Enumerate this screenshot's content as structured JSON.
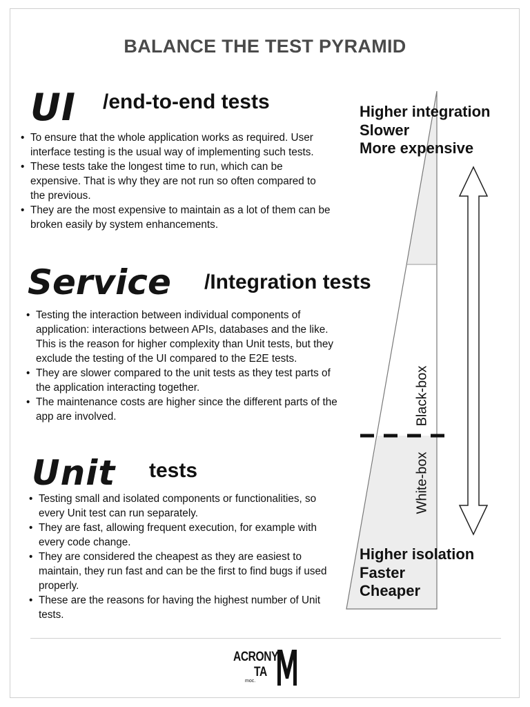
{
  "title": "BALANCE THE TEST PYRAMID",
  "sections": {
    "ui": {
      "heading": "UI",
      "subheading": "/end-to-end tests",
      "bullets": [
        "To ensure that the whole application works as required. User interface testing is the usual way of implementing such tests.",
        "These tests take the longest time to run, which can be expensive. That is why they are not run so often compared to the previous.",
        "They are the most expensive to maintain as a lot of them can be broken easily by system enhancements."
      ]
    },
    "service": {
      "heading": "Service",
      "subheading": "/Integration tests",
      "bullets": [
        "Testing the interaction between individual components of application: interactions between APIs, databases and the like. This is the reason for higher complexity than Unit tests, but they exclude the testing of the UI compared to the E2E tests.",
        "They are slower compared to the unit tests as they test parts of the application interacting together.",
        "The maintenance costs are higher since the different parts of the app are involved."
      ]
    },
    "unit": {
      "heading": "Unit",
      "subheading": "tests",
      "bullets": [
        "Testing small and isolated components or functionalities, so every Unit test can run separately.",
        "They are fast, allowing frequent execution, for example with every code change.",
        "They are considered the cheapest as they are easiest to maintain, they run fast and can be the first to find bugs if used properly.",
        "These are the reasons for having the highest number of Unit tests."
      ]
    }
  },
  "pyramid": {
    "top_labels": [
      "Higher integration",
      "Slower",
      "More expensive"
    ],
    "bottom_labels": [
      "Higher isolation",
      "Faster",
      "Cheaper"
    ],
    "black_box_label": "Black-box",
    "white_box_label": "White-box",
    "arrow_icon": "double-headed-arrow-icon"
  },
  "logo": {
    "line1": "ACRONY",
    "line2": "TA",
    "small": "moc.",
    "big_letter": "M"
  }
}
